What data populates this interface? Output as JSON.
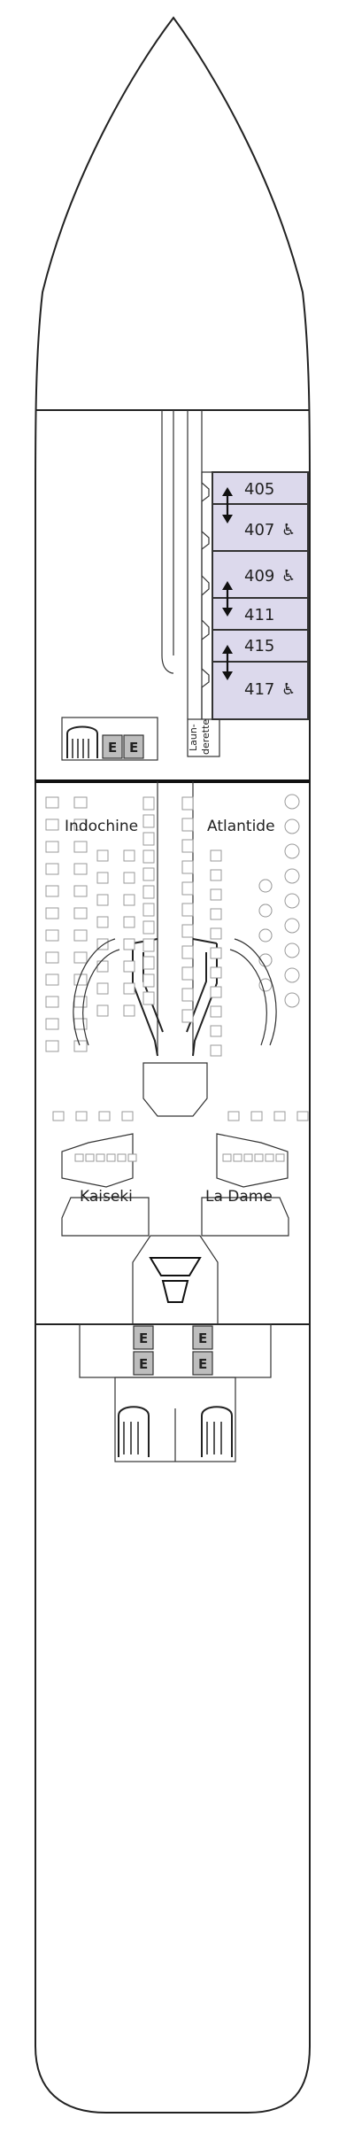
{
  "venues": {
    "indochine": "Indochine",
    "atlantide": "Atlantide",
    "kaiseki": "Kaiseki",
    "la_dame": "La Dame",
    "launderette_line1": "Laun-",
    "launderette_line2": "derette"
  },
  "cabins": [
    {
      "number": "405",
      "accessible": false
    },
    {
      "number": "407",
      "accessible": true
    },
    {
      "number": "409",
      "accessible": true
    },
    {
      "number": "411",
      "accessible": false
    },
    {
      "number": "415",
      "accessible": false
    },
    {
      "number": "417",
      "accessible": true
    }
  ],
  "elevator_label": "E",
  "accessible_symbol": "♿",
  "colors": {
    "cabin_fill": "#dcd9ec",
    "elevator_fill": "#bdbdbd",
    "outline": "#222222",
    "furniture": "#9a9a9a"
  }
}
